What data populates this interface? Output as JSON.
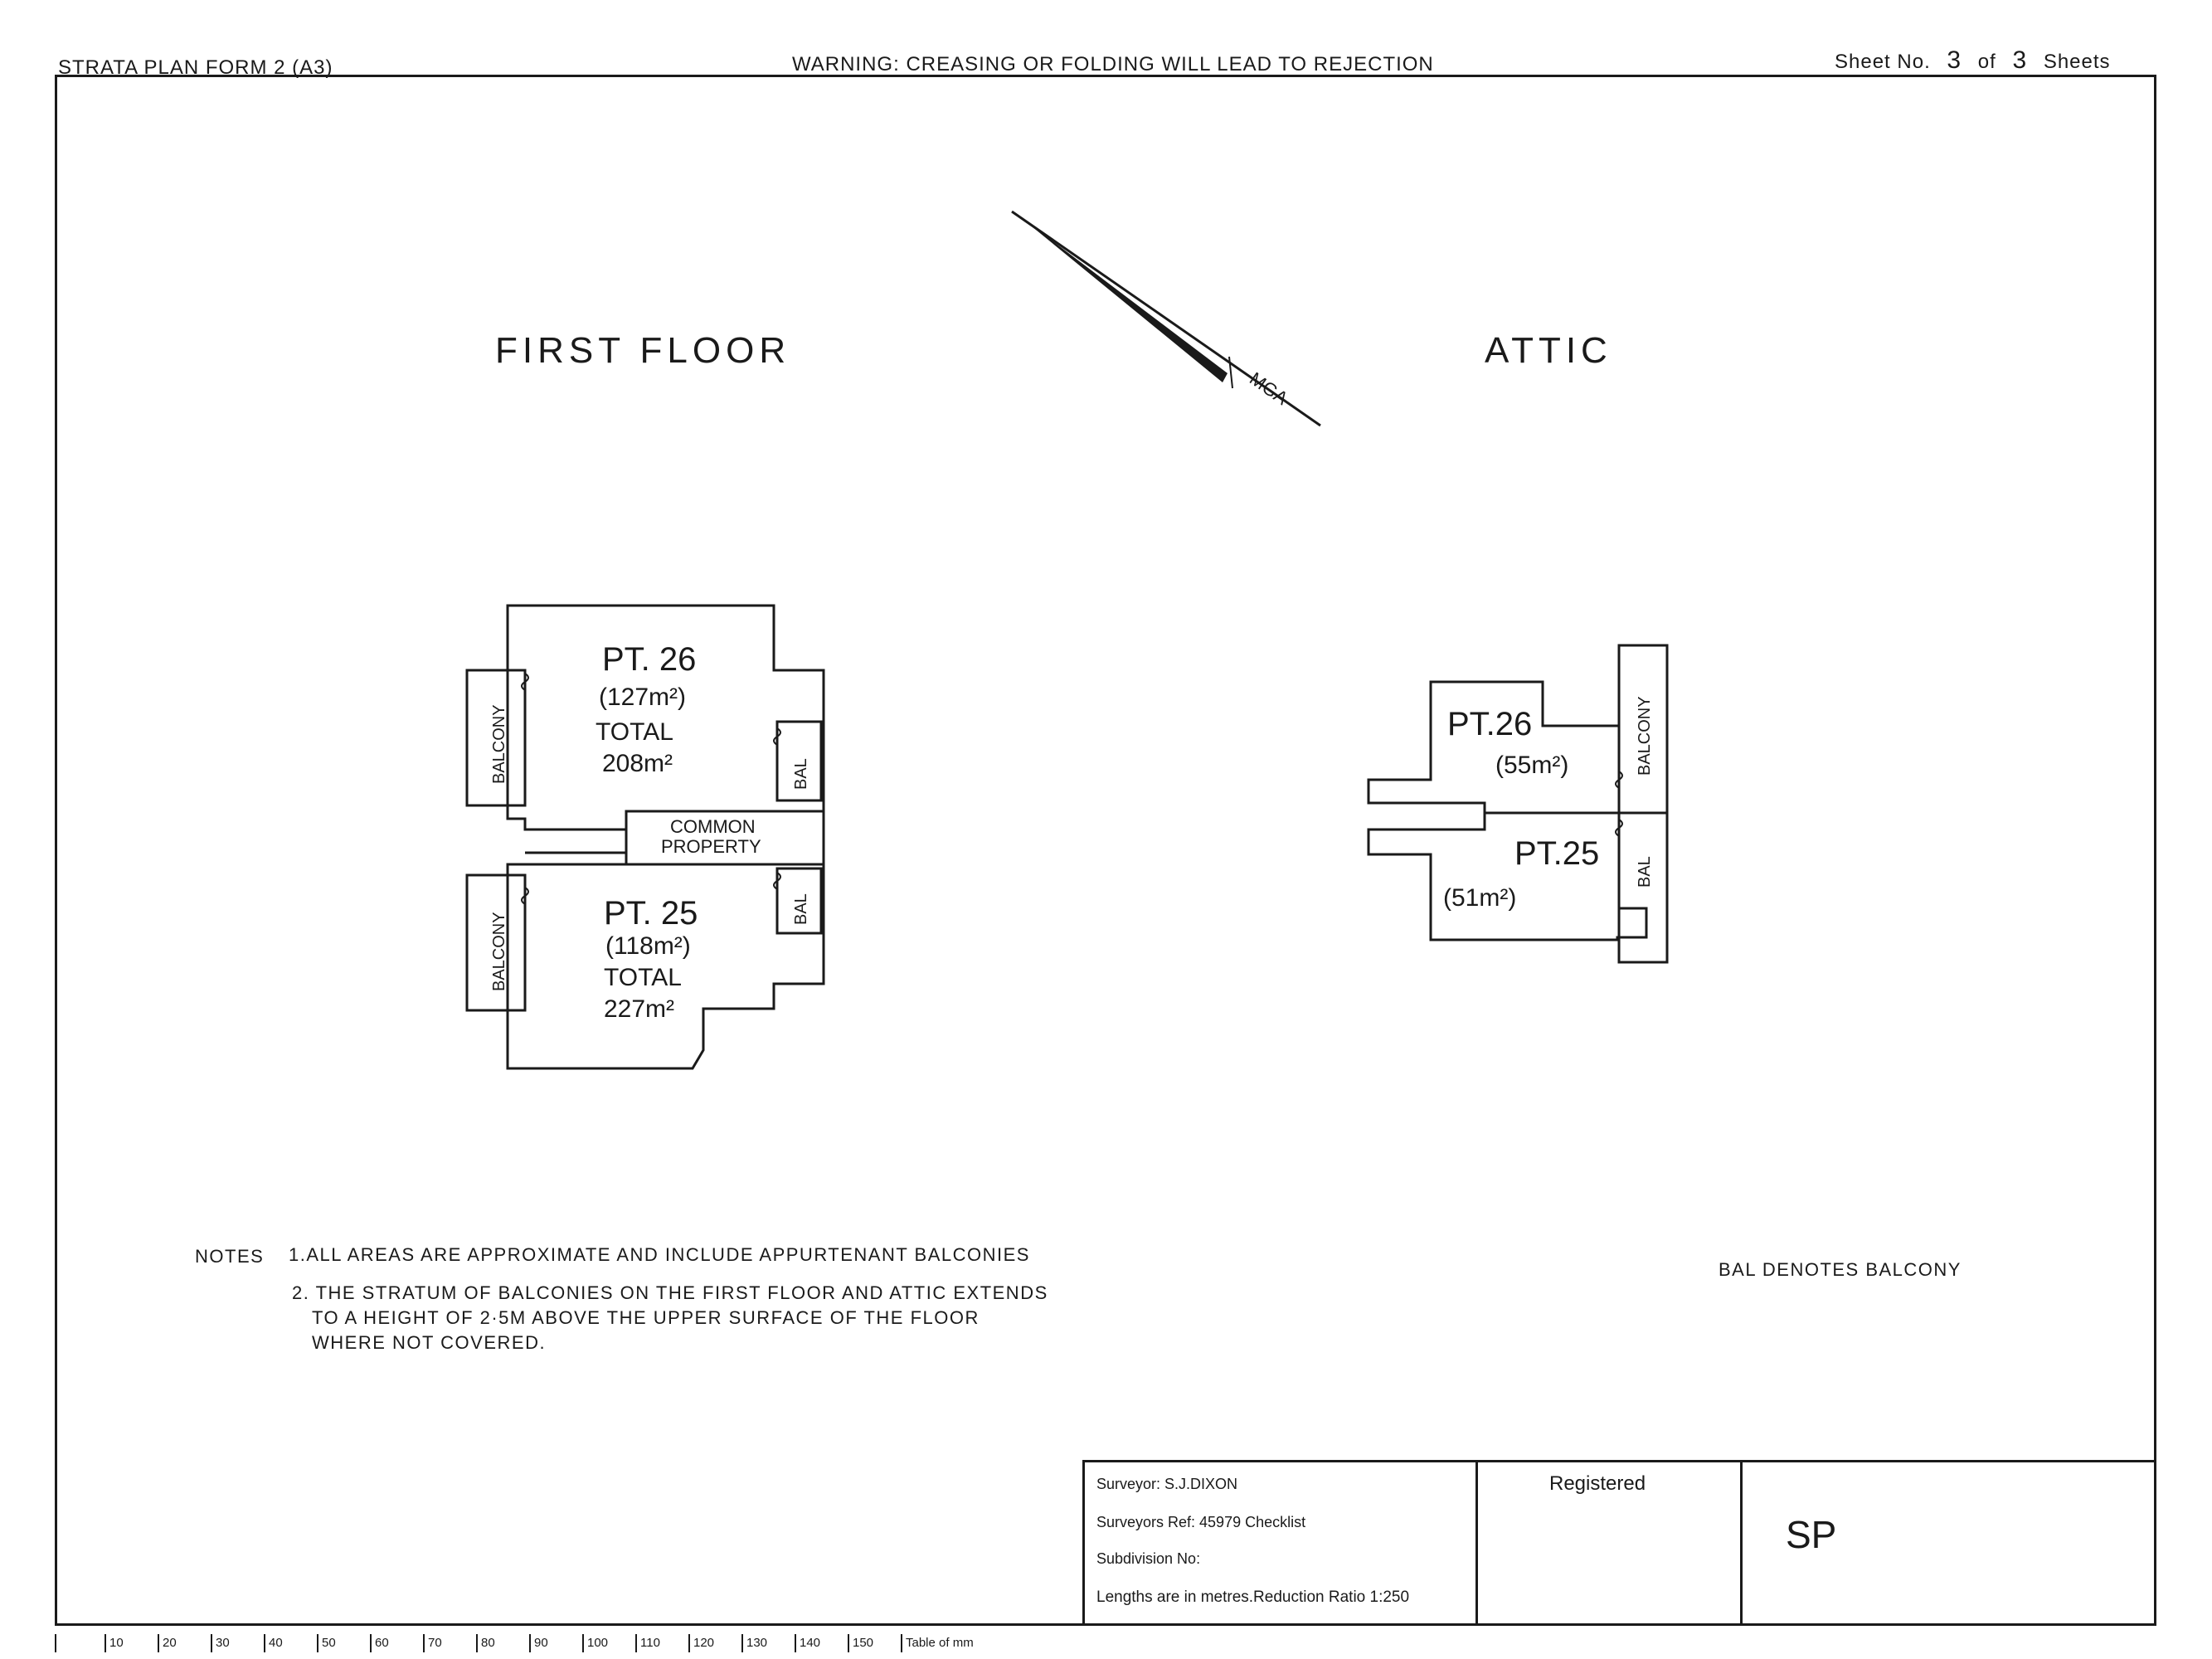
{
  "header": {
    "form": "STRATA PLAN FORM 2 (A3)",
    "warning": "WARNING: CREASING OR FOLDING WILL LEAD TO REJECTION",
    "sheet_prefix": "Sheet No.",
    "sheet_no": "3",
    "sheet_of": "of",
    "sheet_total": "3",
    "sheet_suffix": "Sheets"
  },
  "north_arrow": {
    "label": "MGA"
  },
  "first_floor": {
    "title": "FIRST FLOOR",
    "pt26": {
      "name": "PT. 26",
      "area": "(127m²)",
      "total_label": "TOTAL",
      "total": "208m²"
    },
    "pt25": {
      "name": "PT. 25",
      "area": "(118m²)",
      "total_label": "TOTAL",
      "total": "227m²"
    },
    "common_line1": "COMMON",
    "common_line2": "PROPERTY",
    "balcony": "BALCONY",
    "bal": "BAL"
  },
  "attic": {
    "title": "ATTIC",
    "pt26": {
      "name": "PT.26",
      "area": "(55m²)"
    },
    "pt25": {
      "name": "PT.25",
      "area": "(51m²)"
    },
    "balcony": "BALCONY",
    "bal": "BAL"
  },
  "notes": {
    "label": "NOTES",
    "note1": "1.ALL AREAS ARE APPROXIMATE AND INCLUDE APPURTENANT BALCONIES",
    "note2_line1": "2. THE STRATUM OF BALCONIES ON THE FIRST FLOOR AND ATTIC EXTENDS",
    "note2_line2": "TO A HEIGHT OF 2·5M ABOVE THE UPPER SURFACE OF THE FLOOR",
    "note2_line3": "WHERE NOT COVERED."
  },
  "legend": "BAL DENOTES BALCONY",
  "title_block": {
    "surveyor": "Surveyor: S.J.DIXON",
    "ref": "Surveyors Ref: 45979 Checklist",
    "subdivision": "Subdivision No:",
    "lengths": "Lengths are in metres.Reduction Ratio 1:250",
    "registered": "Registered",
    "sp": "SP"
  },
  "ruler": {
    "ticks": [
      "10",
      "20",
      "30",
      "40",
      "50",
      "60",
      "70",
      "80",
      "90",
      "100",
      "110",
      "120",
      "130",
      "140",
      "150"
    ],
    "end_label": "Table of mm"
  }
}
